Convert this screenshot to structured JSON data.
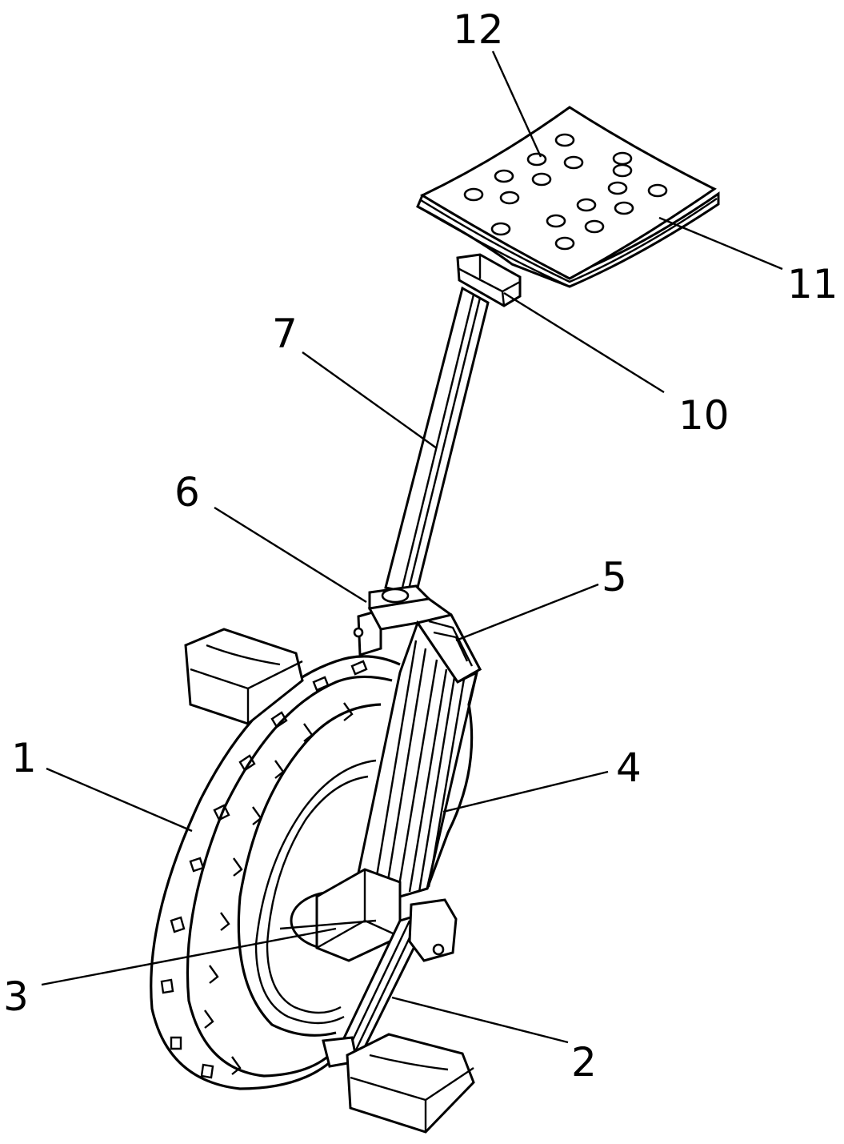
{
  "labels": [
    {
      "id": "1",
      "text": "1",
      "part": "tire"
    },
    {
      "id": "2",
      "text": "2",
      "part": "lower-arm"
    },
    {
      "id": "3",
      "text": "3",
      "part": "hub"
    },
    {
      "id": "4",
      "text": "4",
      "part": "fork"
    },
    {
      "id": "5",
      "text": "5",
      "part": "head-block"
    },
    {
      "id": "6",
      "text": "6",
      "part": "seat-clamp"
    },
    {
      "id": "7",
      "text": "7",
      "part": "seat-post"
    },
    {
      "id": "10",
      "text": "10",
      "part": "seat-bracket"
    },
    {
      "id": "11",
      "text": "11",
      "part": "seat-rim"
    },
    {
      "id": "12",
      "text": "12",
      "part": "seat-holes"
    }
  ]
}
